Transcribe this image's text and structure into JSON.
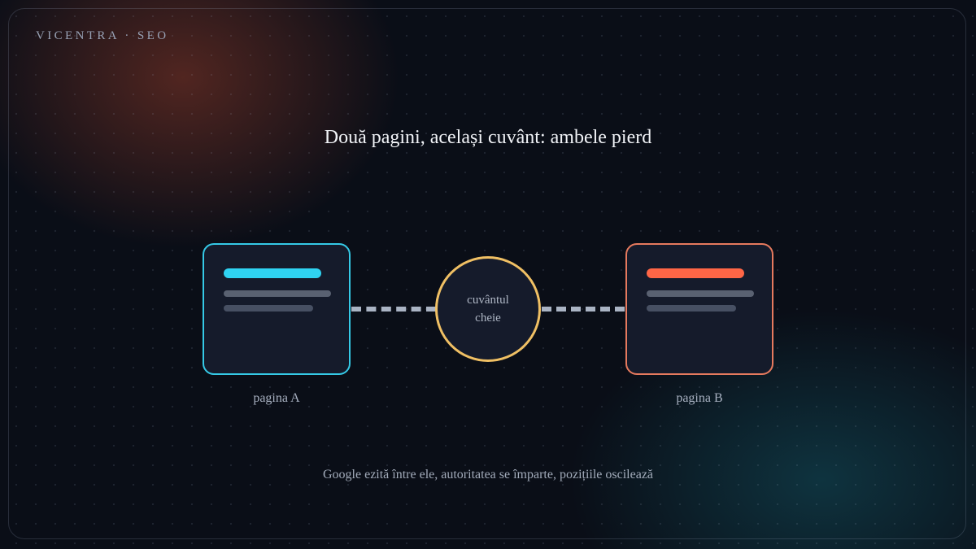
{
  "brand": "VICENTRA · SEO",
  "title": "Două pagini, același cuvânt: ambele pierd",
  "keyword": {
    "line1": "cuvântul",
    "line2": "cheie",
    "border_color": "#f0c064"
  },
  "pages": [
    {
      "label": "pagina A",
      "accent": "#35c9e6"
    },
    {
      "label": "pagina B",
      "accent": "#e67a5e"
    }
  ],
  "footnote": "Google ezită între ele, autoritatea se împarte, pozițiile oscilează"
}
